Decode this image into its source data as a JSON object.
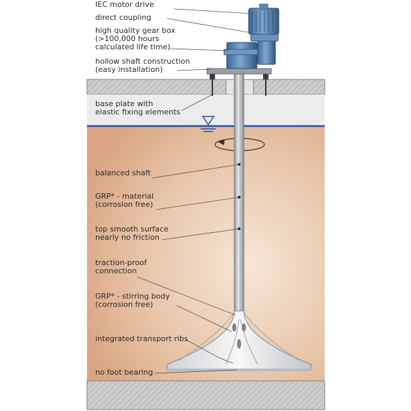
{
  "labels": [
    {
      "id": "iec-motor-drive",
      "lines": [
        "IEC motor drive"
      ]
    },
    {
      "id": "direct-coupling",
      "lines": [
        "direct coupling"
      ]
    },
    {
      "id": "gear-box",
      "lines": [
        "high quality gear box",
        "(>100,000 hours",
        "calculated life time)"
      ]
    },
    {
      "id": "hollow-shaft",
      "lines": [
        "hollow shaft construction",
        "(easy installation)"
      ]
    },
    {
      "id": "base-plate",
      "lines": [
        "base plate with",
        "elastic fixing elements"
      ]
    },
    {
      "id": "balanced-shaft",
      "lines": [
        "balanced shaft"
      ]
    },
    {
      "id": "grp-material",
      "lines": [
        "GRP* - material",
        "(corrosion free)"
      ]
    },
    {
      "id": "smooth-surface",
      "lines": [
        "top smooth surface",
        "nearly no friction"
      ]
    },
    {
      "id": "traction-proof",
      "lines": [
        "traction-proof",
        "connection"
      ]
    },
    {
      "id": "stirring-body",
      "lines": [
        "GRP* - stirring body",
        "(corrosion free)"
      ]
    },
    {
      "id": "transport-ribs",
      "lines": [
        "integrated transport ribs"
      ]
    },
    {
      "id": "no-foot-bearing",
      "lines": [
        "no foot bearing"
      ]
    }
  ],
  "colors": {
    "motor": "#5b88b8",
    "concrete": "#c8c8c8",
    "water_line": "#2b4f9e",
    "tank_fill": "#e7c3a6",
    "shaft": "#b9bcc0"
  }
}
